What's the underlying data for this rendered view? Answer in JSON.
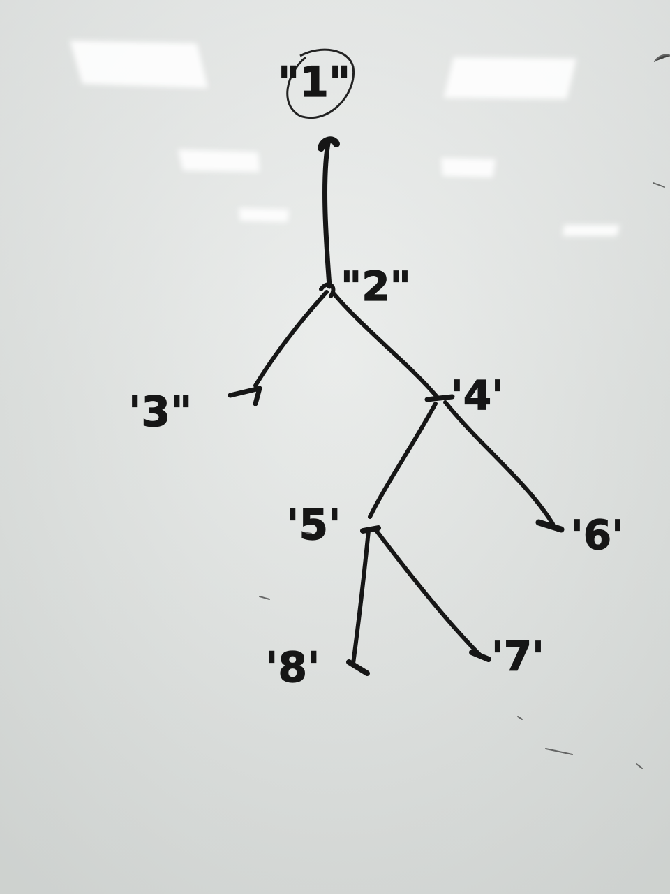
{
  "whiteboard": {
    "tree": {
      "nodes": [
        {
          "id": "root",
          "label": "\"1\""
        },
        {
          "id": "n2",
          "label": "\"2\""
        },
        {
          "id": "n3",
          "label": "'3\""
        },
        {
          "id": "n4",
          "label": "'4'"
        },
        {
          "id": "n5",
          "label": "'5'"
        },
        {
          "id": "n6",
          "label": "'6'"
        },
        {
          "id": "n7",
          "label": "'7'"
        },
        {
          "id": "n8",
          "label": "'8'"
        }
      ],
      "edges": [
        [
          "root",
          "n2"
        ],
        [
          "n2",
          "n3"
        ],
        [
          "n2",
          "n4"
        ],
        [
          "n4",
          "n5"
        ],
        [
          "n4",
          "n6"
        ],
        [
          "n5",
          "n8"
        ],
        [
          "n5",
          "n7"
        ]
      ]
    },
    "colors": {
      "board": "#e4e7e5",
      "marker": "#161616",
      "glare": "#ffffff"
    }
  }
}
